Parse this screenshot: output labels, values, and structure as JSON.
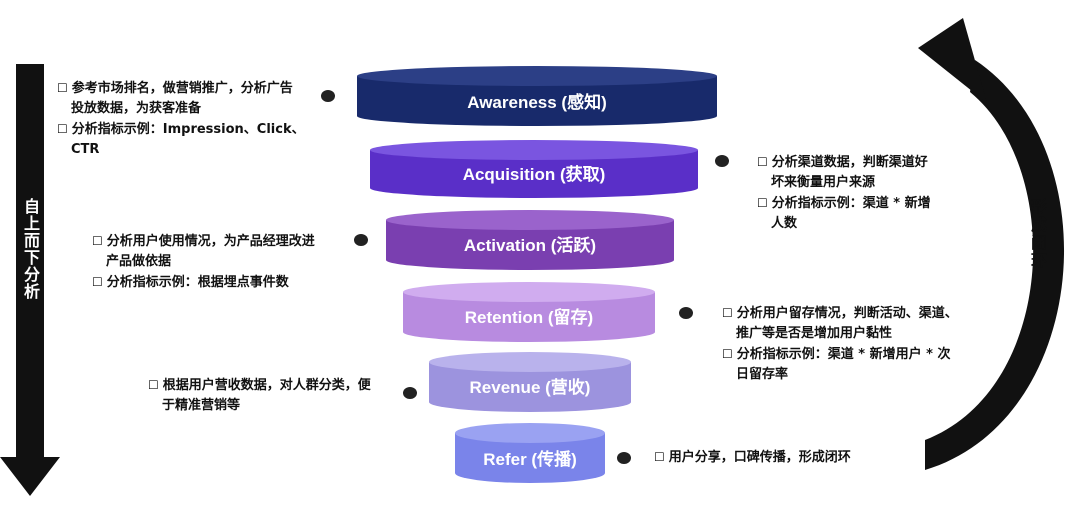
{
  "left_label": "自上而下分析",
  "right_label": "形成闭环",
  "colors": {
    "stage1": "#182a6b",
    "stage2": "#5a2fc8",
    "stage3": "#7a3fb0",
    "stage4": "#b88be0",
    "stage5": "#9c93de",
    "stage6": "#7a84ea",
    "arrow": "#111111"
  },
  "stages": [
    {
      "label": "Awareness (感知)"
    },
    {
      "label": "Acquisition (获取)"
    },
    {
      "label": "Activation (活跃)"
    },
    {
      "label": "Retention (留存)"
    },
    {
      "label": "Revenue (营收)"
    },
    {
      "label": "Refer (传播)"
    }
  ],
  "notes": {
    "awareness": {
      "b1_l1": "参考市场排名，做营销推广，分析广告",
      "b1_l2": "投放数据，为获客准备",
      "b2_l1": "分析指标示例：Impression、Click、",
      "b2_l2": "CTR"
    },
    "acquisition": {
      "b1_l1": "分析渠道数据，判断渠道好",
      "b1_l2": "坏来衡量用户来源",
      "b2_l1": "分析指标示例：渠道 * 新增",
      "b2_l2": "人数"
    },
    "activation": {
      "b1_l1": "分析用户使用情况，为产品经理改进",
      "b1_l2": "产品做依据",
      "b2_l1": "分析指标示例：根据埋点事件数"
    },
    "retention": {
      "b1_l1": "分析用户留存情况，判断活动、渠道、",
      "b1_l2": "推广等是否是增加用户黏性",
      "b2_l1": "分析指标示例：渠道 * 新增用户 * 次",
      "b2_l2": "日留存率"
    },
    "revenue": {
      "b1_l1": "根据用户营收数据，对人群分类，便",
      "b1_l2": "于精准营销等"
    },
    "refer": {
      "b1_l1": "用户分享，口碑传播，形成闭环"
    }
  }
}
